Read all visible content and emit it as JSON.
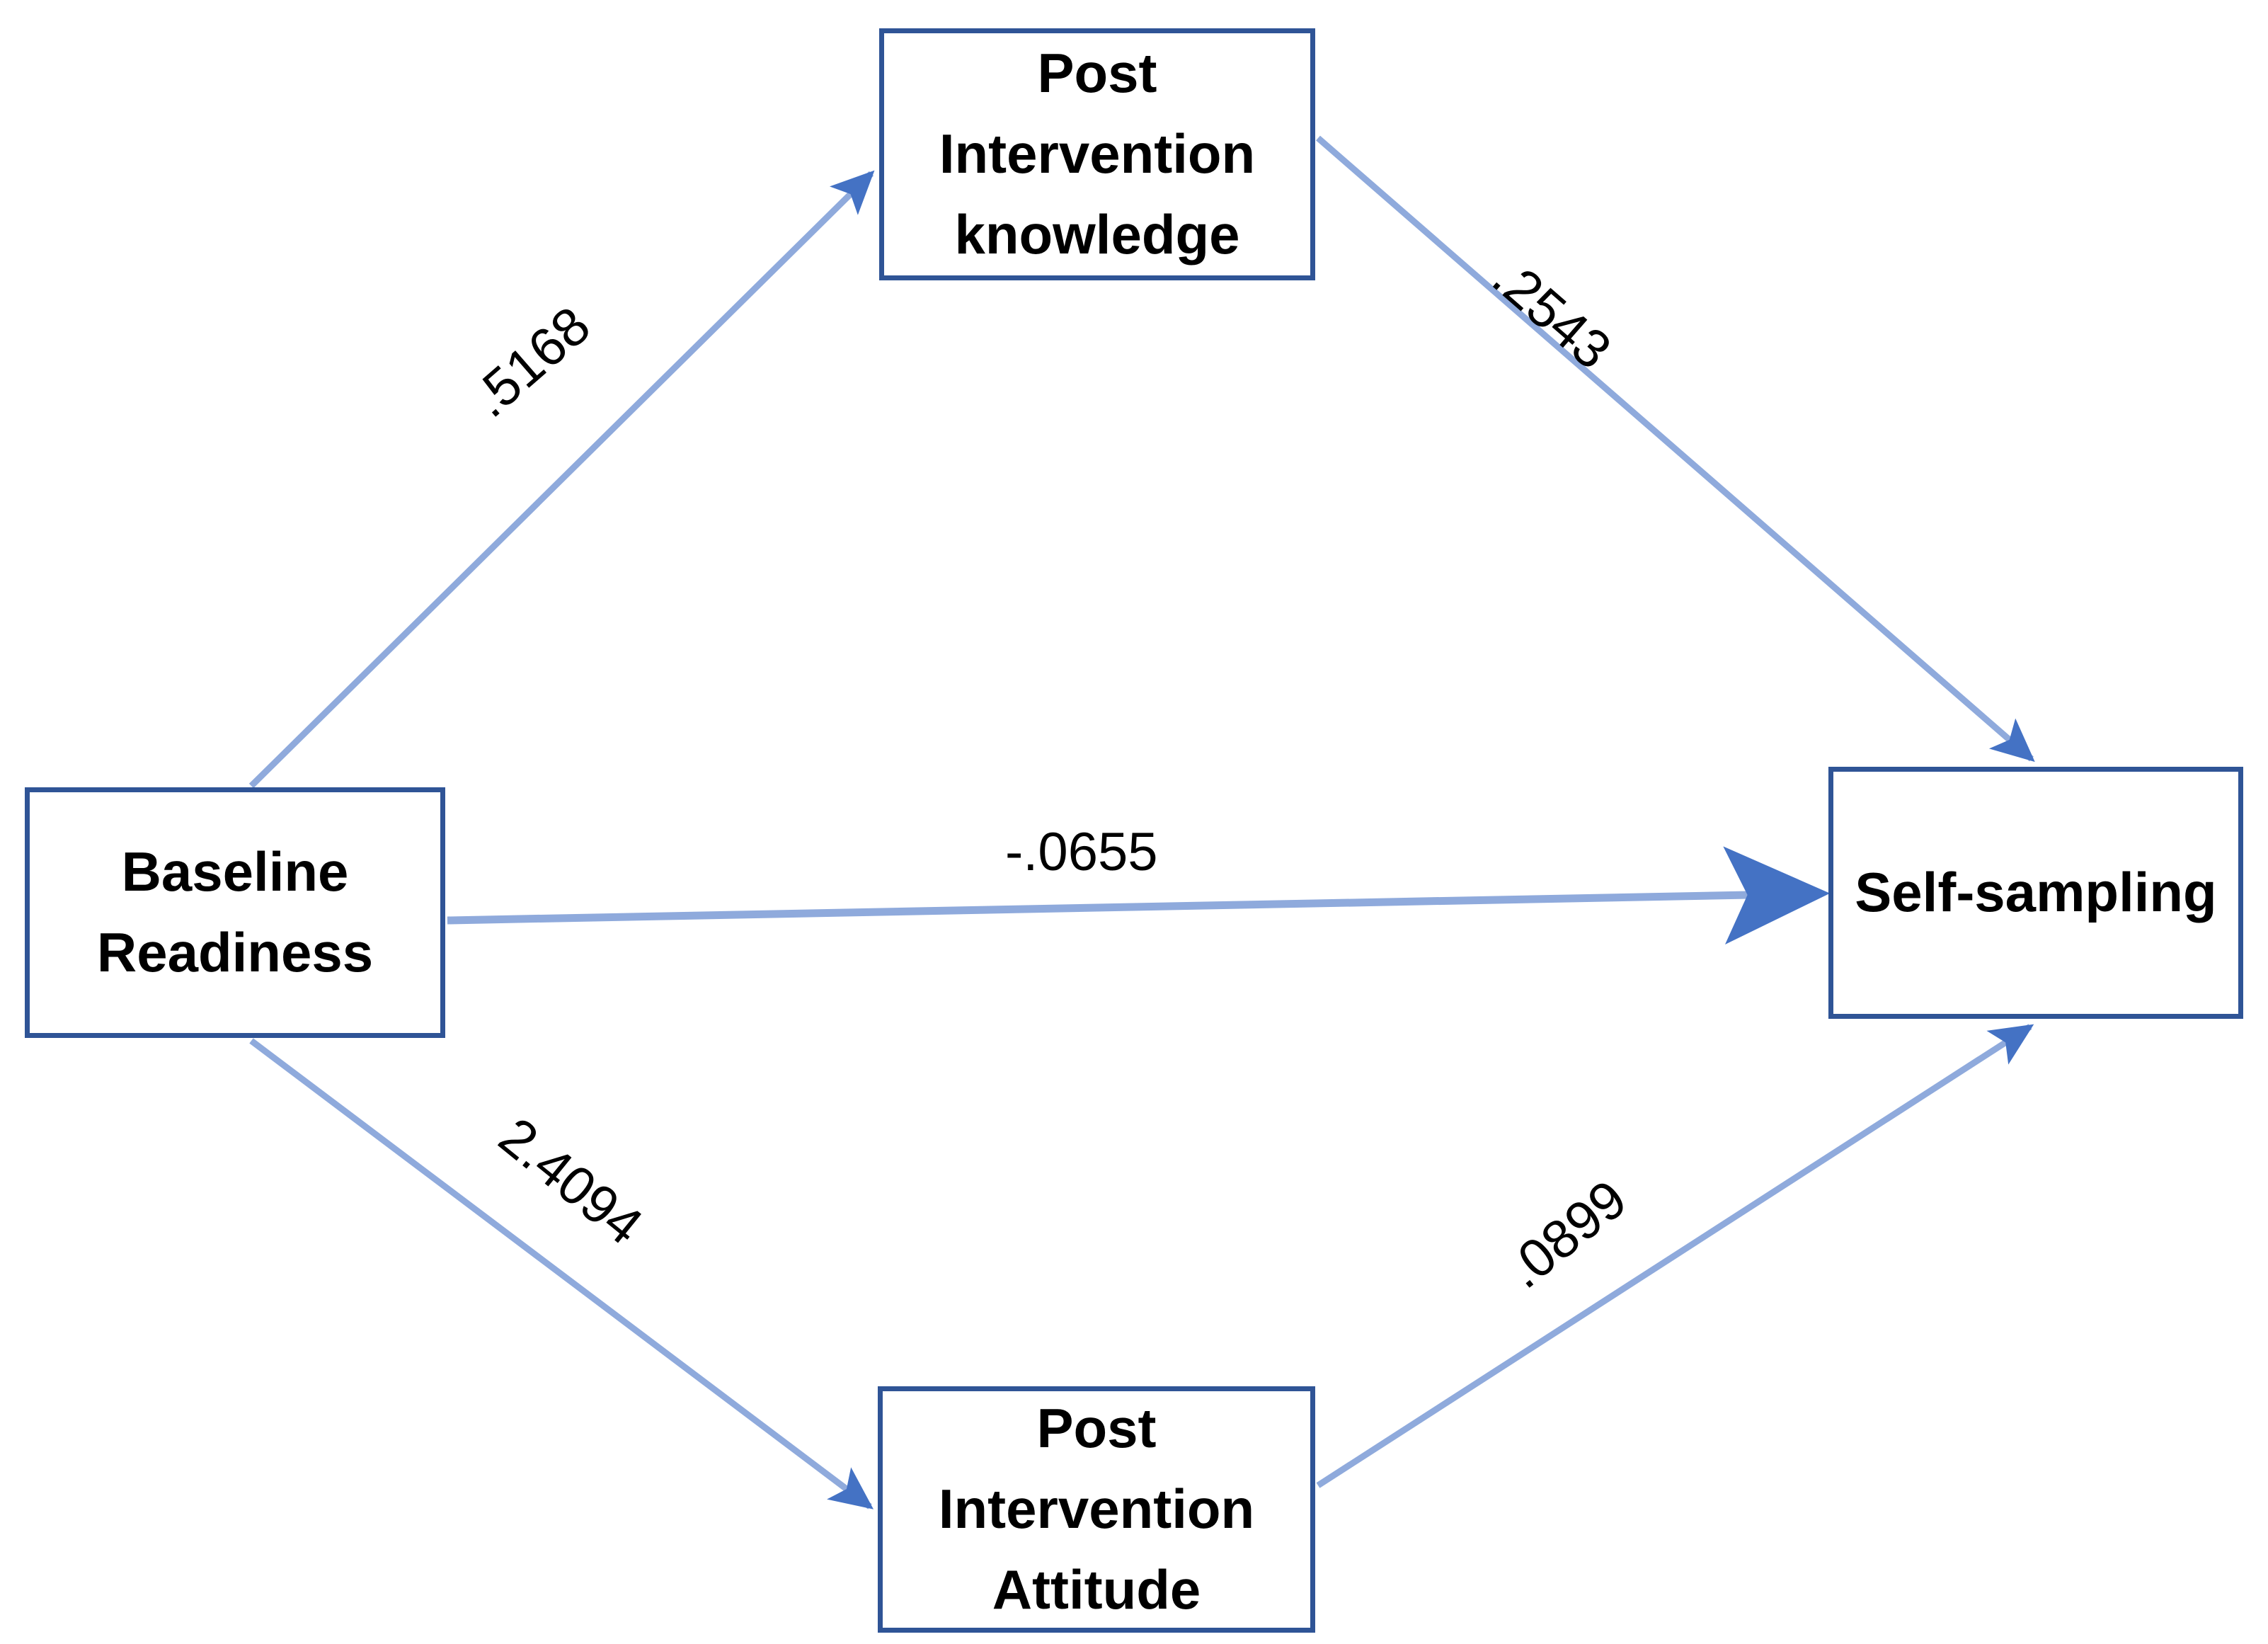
{
  "diagram": {
    "type": "mediation-path-diagram",
    "colors": {
      "box_border": "#2f5496",
      "arrow_line": "#8faadc",
      "arrow_head": "#4472c4",
      "label_text": "#000000",
      "background": "#ffffff"
    },
    "nodes": [
      {
        "id": "baseline_readiness",
        "role": "predictor",
        "lines": [
          "Baseline",
          "Readiness"
        ]
      },
      {
        "id": "post_intervention_knowledge",
        "role": "mediator",
        "lines": [
          "Post",
          "Intervention",
          "knowledge"
        ]
      },
      {
        "id": "post_intervention_attitude",
        "role": "mediator",
        "lines": [
          "Post",
          "Intervention",
          "Attitude"
        ]
      },
      {
        "id": "self_sampling",
        "role": "outcome",
        "lines": [
          "Self-sampling"
        ]
      }
    ],
    "edges": [
      {
        "id": "a1",
        "from": "baseline_readiness",
        "to": "post_intervention_knowledge",
        "label": ".5168"
      },
      {
        "id": "b1",
        "from": "post_intervention_knowledge",
        "to": "self_sampling",
        "label": ".2543"
      },
      {
        "id": "c",
        "from": "baseline_readiness",
        "to": "self_sampling",
        "label": "-.0655"
      },
      {
        "id": "a2",
        "from": "baseline_readiness",
        "to": "post_intervention_attitude",
        "label": "2.4094"
      },
      {
        "id": "b2",
        "from": "post_intervention_attitude",
        "to": "self_sampling",
        "label": ".0899"
      }
    ]
  }
}
